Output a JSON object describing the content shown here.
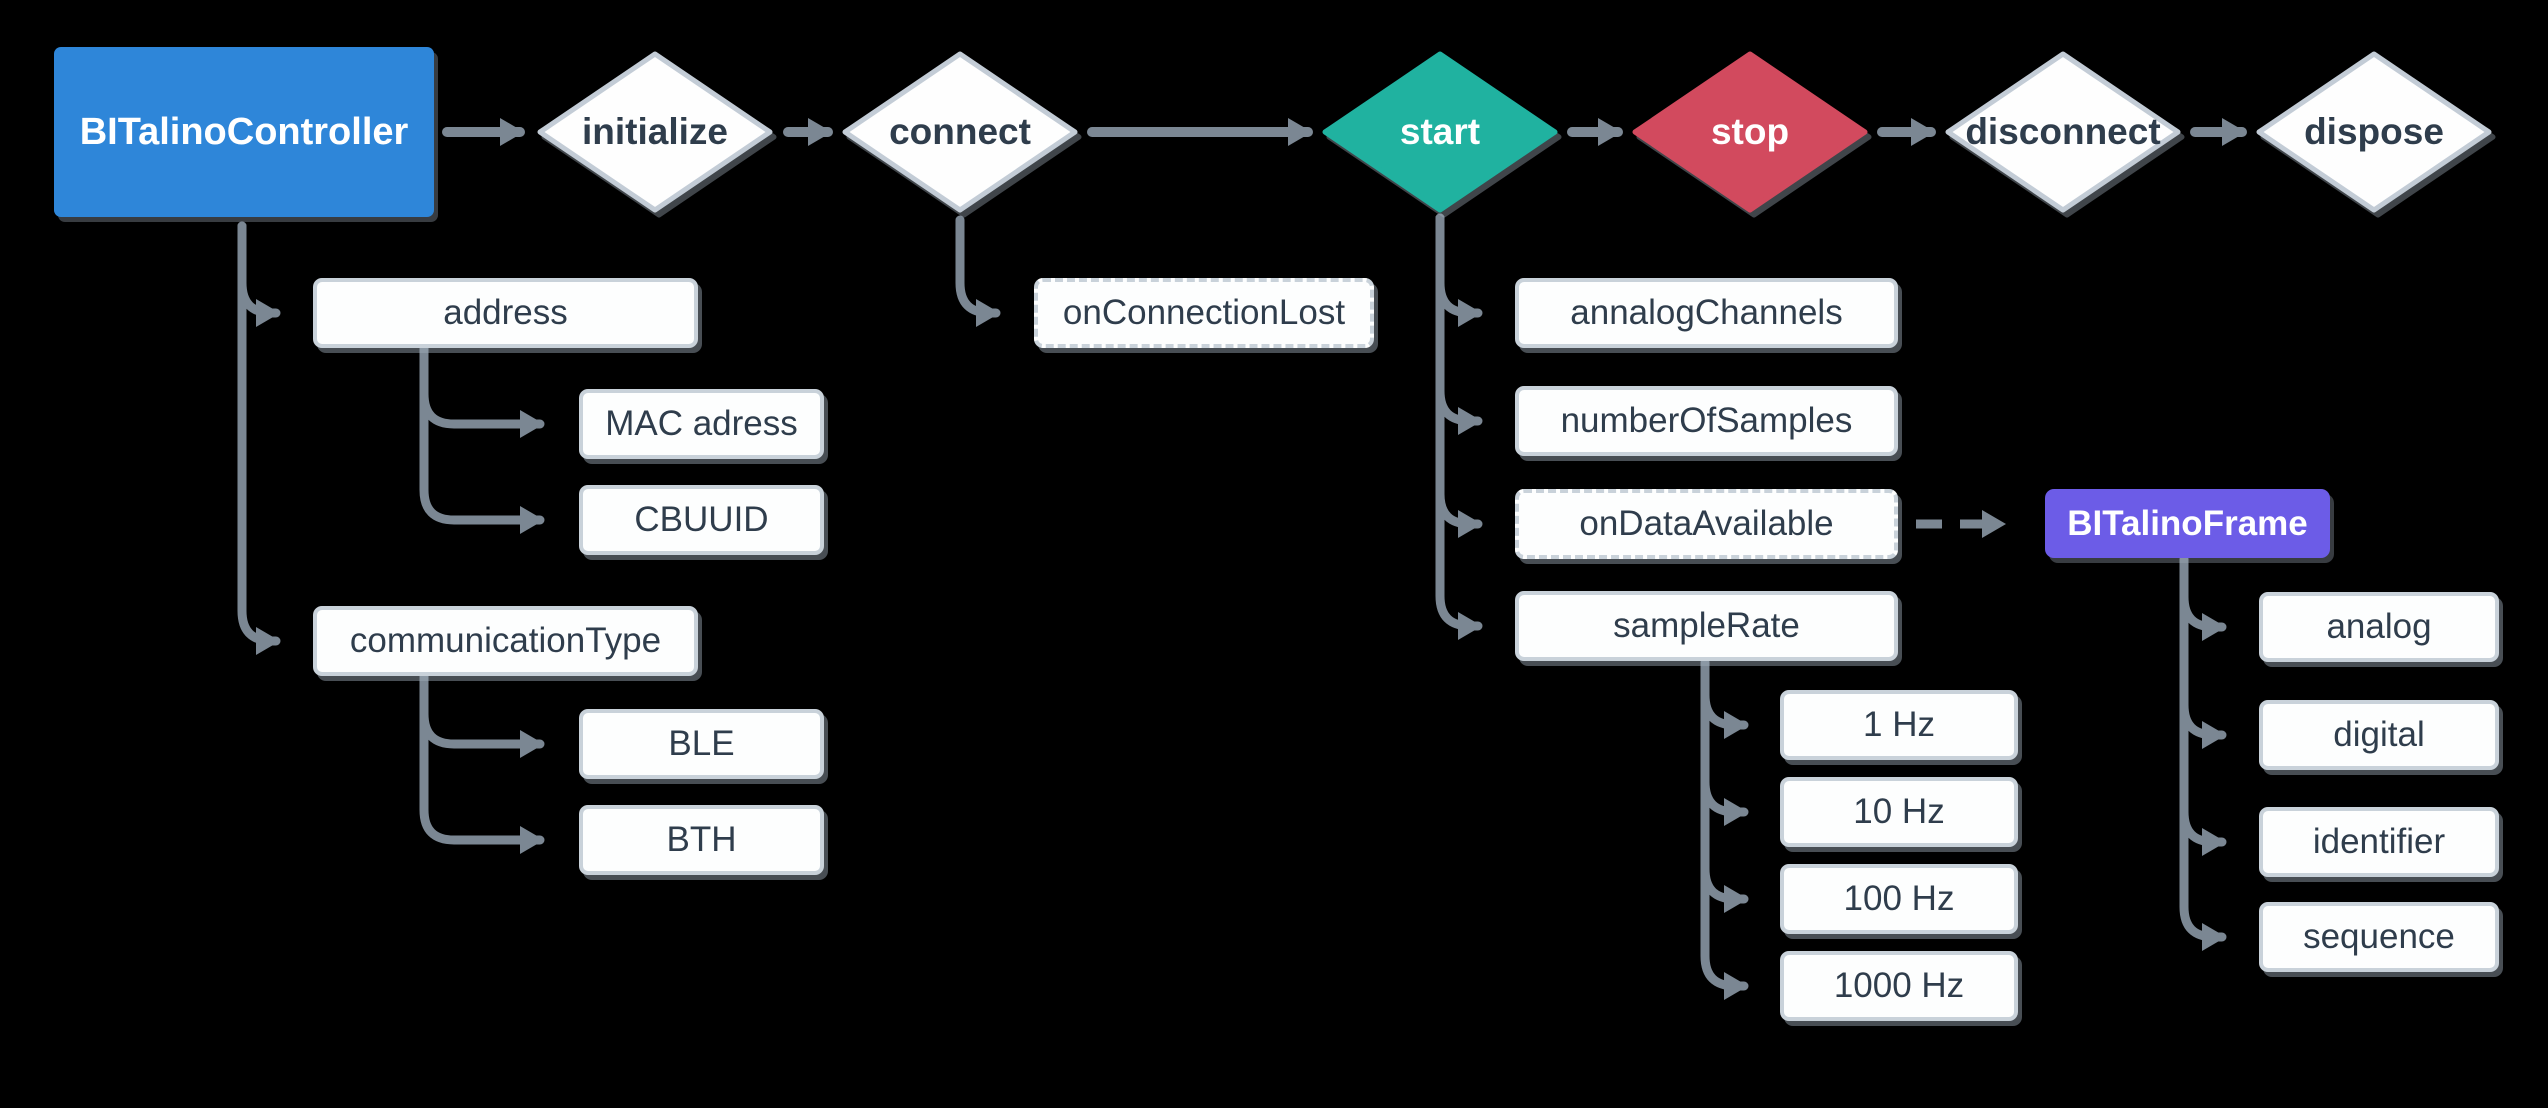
{
  "diagram": {
    "controller": {
      "label": "BITalinoController",
      "color": "#2E86D9"
    },
    "lifecycle": [
      {
        "label": "initialize",
        "style": "white"
      },
      {
        "label": "connect",
        "style": "white"
      },
      {
        "label": "start",
        "style": "teal",
        "color": "#20B2A0"
      },
      {
        "label": "stop",
        "style": "red",
        "color": "#D24A5E"
      },
      {
        "label": "disconnect",
        "style": "white"
      },
      {
        "label": "dispose",
        "style": "white"
      }
    ],
    "properties": {
      "address": {
        "label": "address",
        "children": [
          {
            "label": "MAC adress"
          },
          {
            "label": "CBUUID"
          }
        ]
      },
      "communication_type": {
        "label": "communicationType",
        "children": [
          {
            "label": "BLE"
          },
          {
            "label": "BTH"
          }
        ]
      }
    },
    "connect_callback": {
      "label": "onConnectionLost",
      "dashed": true
    },
    "start_params": [
      {
        "label": "annalogChannels"
      },
      {
        "label": "numberOfSamples"
      },
      {
        "label": "onDataAvailable",
        "dashed": true
      },
      {
        "label": "sampleRate"
      }
    ],
    "sample_rates": [
      {
        "label": "1 Hz"
      },
      {
        "label": "10 Hz"
      },
      {
        "label": "100 Hz"
      },
      {
        "label": "1000 Hz"
      }
    ],
    "frame": {
      "label": "BITalinoFrame",
      "color": "#6C5CE7",
      "fields": [
        {
          "label": "analog"
        },
        {
          "label": "digital"
        },
        {
          "label": "identifier"
        },
        {
          "label": "sequence"
        }
      ]
    },
    "colors": {
      "background": "#000000",
      "arrow": "#7B8793",
      "node_border": "#C9D2DA",
      "node_fill": "#FDFEFE",
      "text": "#2F3D4C"
    }
  }
}
